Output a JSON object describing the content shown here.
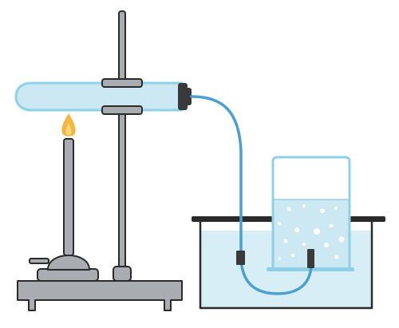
{
  "diagram": {
    "apparatus": [
      "retort-stand",
      "clamp",
      "test-tube",
      "stopper",
      "alcohol-lamp",
      "flame",
      "delivery-tube",
      "water-trough",
      "gas-jar",
      "gas-bubbles"
    ]
  },
  "colors": {
    "outline": "#2b2b2b",
    "metal": "#a9adb1",
    "metal_dark": "#8e9297",
    "glass_fill": "#cbe8f3",
    "glass_edge": "#8fd0e9",
    "water": "#d8eef6",
    "tube": "#4a9fd3",
    "flame_outer": "#f5b63f",
    "flame_inner": "#fbd97a",
    "stopper": "#3a3a3a"
  },
  "icons": {
    "flame": "flame-icon",
    "bubble": "bubble-icon"
  }
}
